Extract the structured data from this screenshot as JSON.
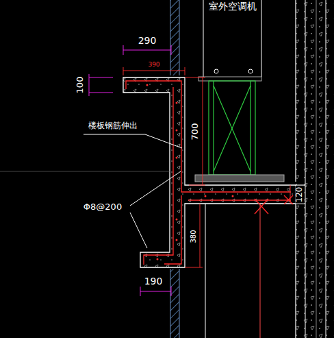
{
  "diagram": {
    "nodes": [
      {
        "text": [
          "室外空调机"
        ]
      }
    ],
    "labels": [
      "290",
      "390",
      "100",
      "700",
      "楼板钢筋伸出",
      "Φ8@200",
      "120",
      "380",
      "190"
    ]
  }
}
